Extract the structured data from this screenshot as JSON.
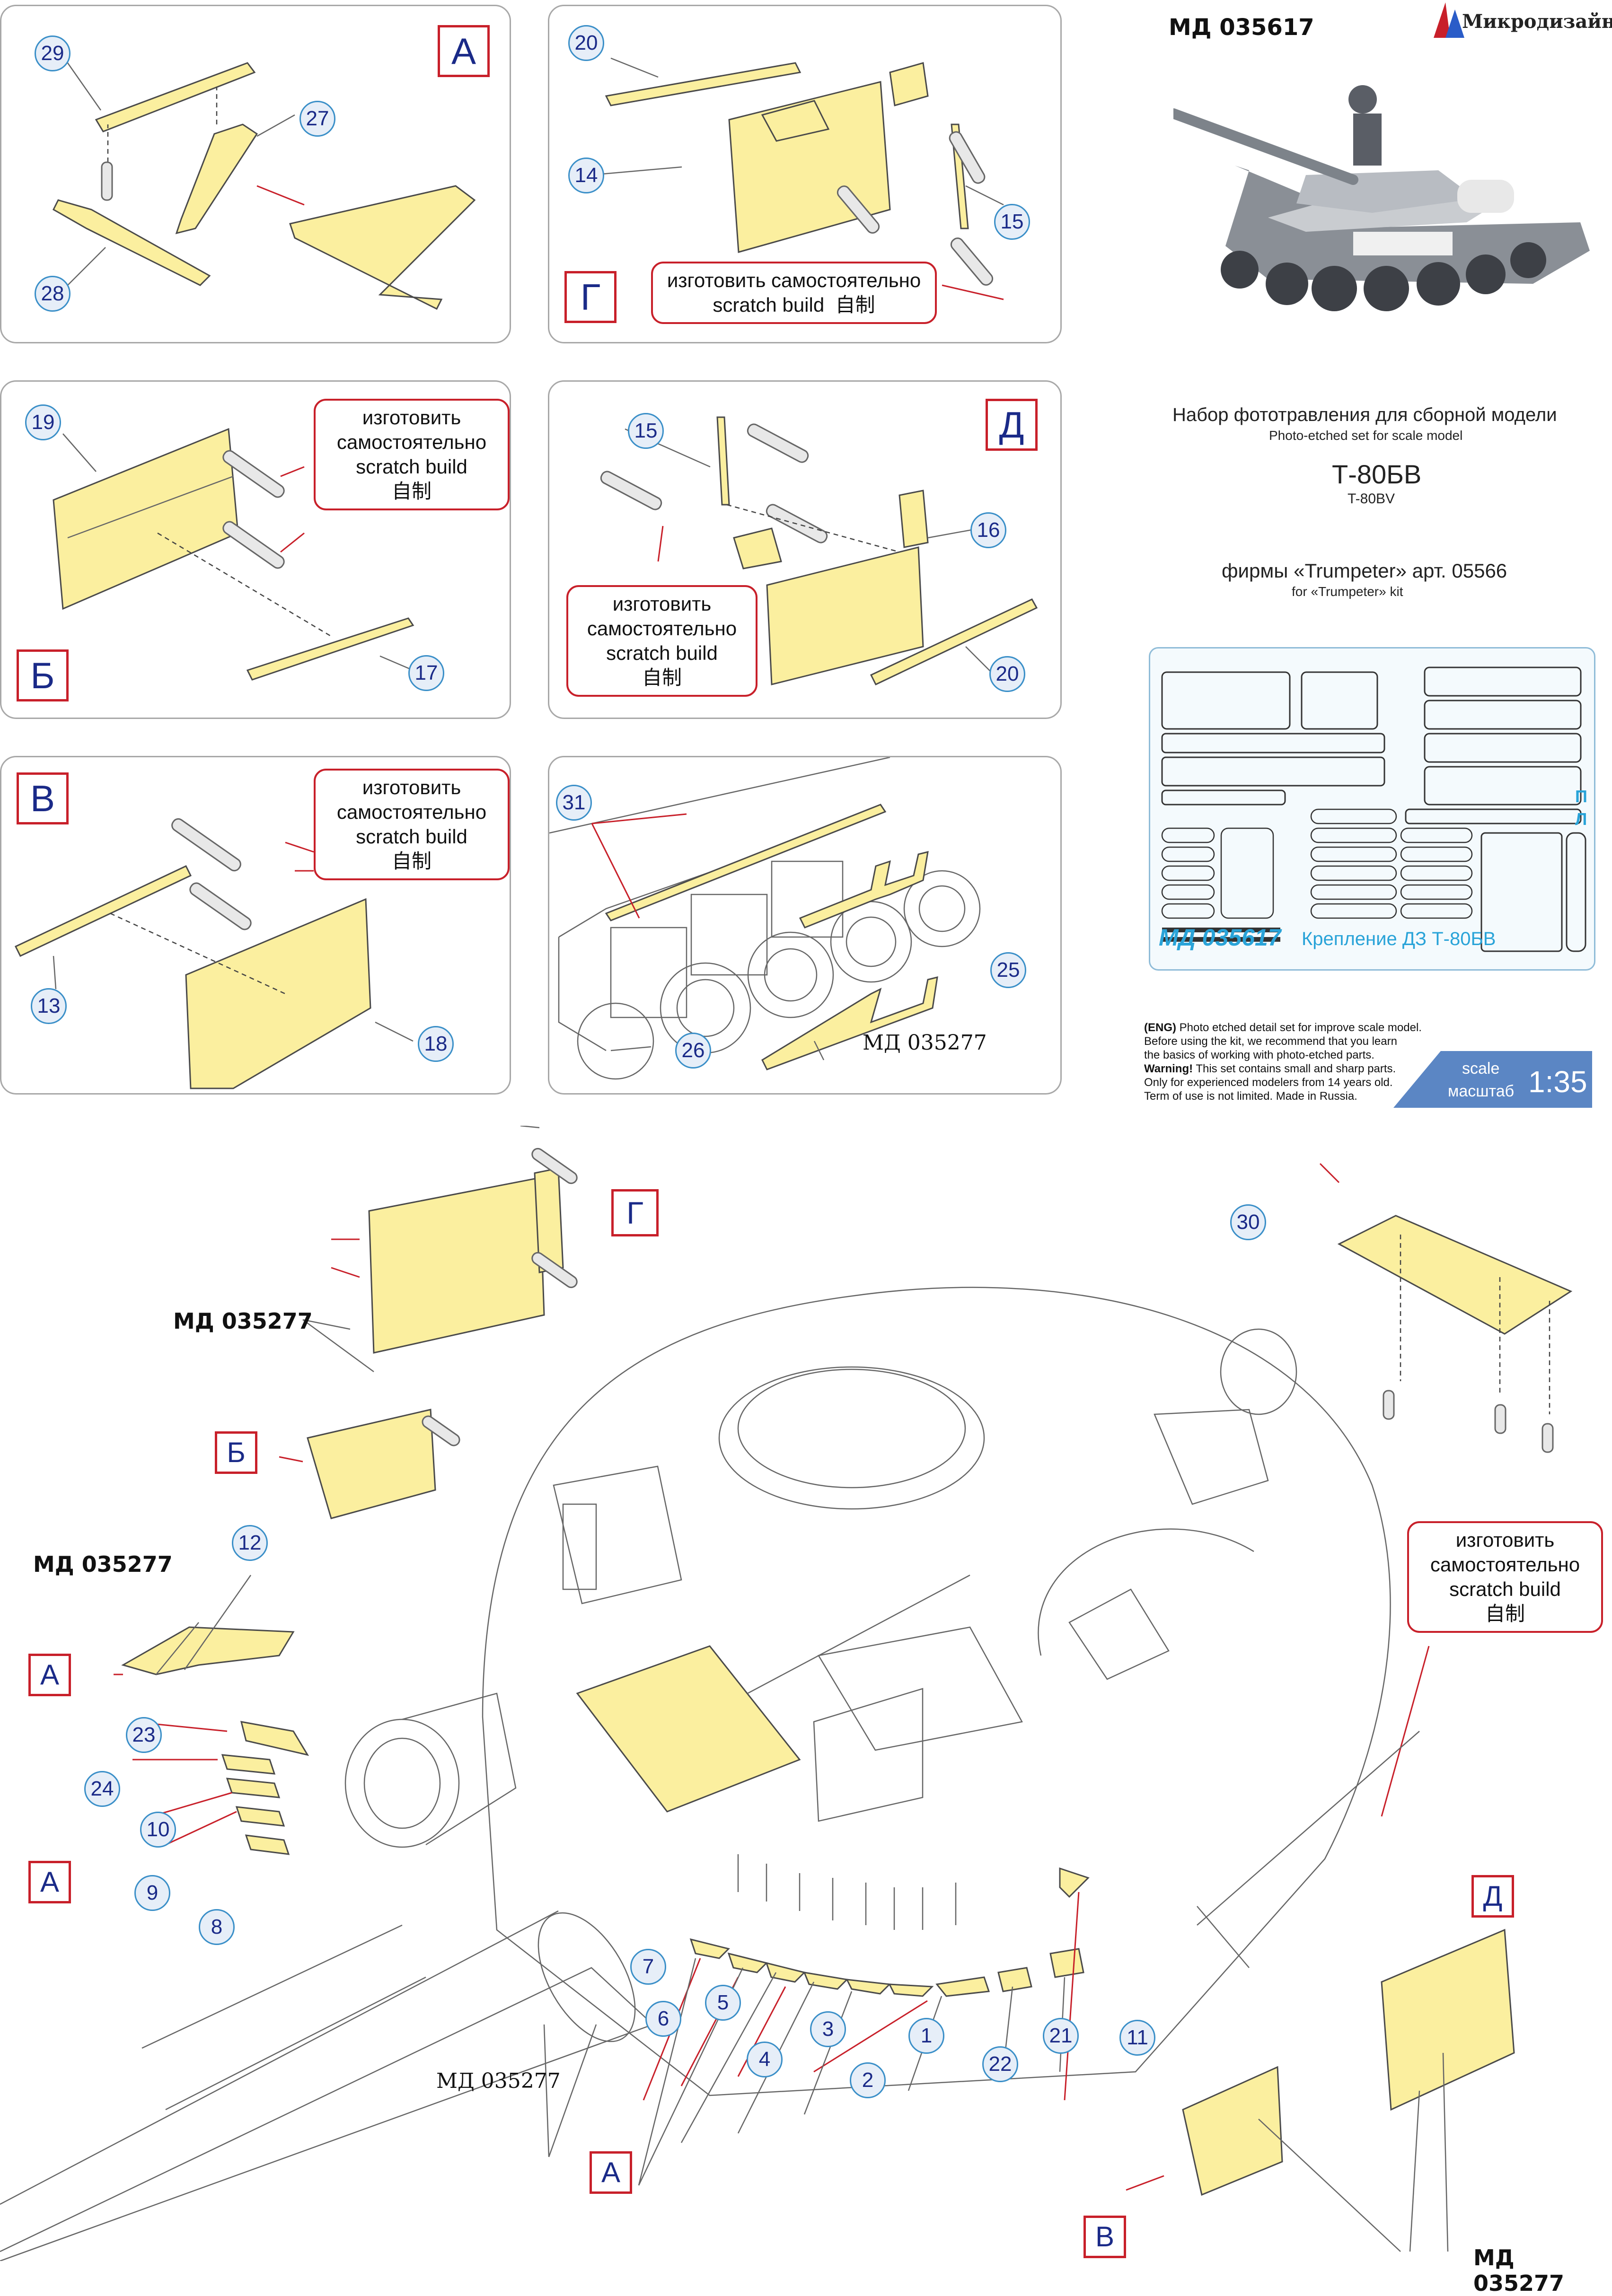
{
  "header": {
    "code": "МД 035617",
    "brand": "Микродизайн"
  },
  "info": {
    "title_ru": "Набор фототравления для сборной модели",
    "title_en": "Photo-etched set for scale model",
    "model_ru": "Т-80БВ",
    "model_en": "T-80BV",
    "kit_ru": "фирмы «Trumpeter» арт. 05566",
    "kit_en": "for «Trumpeter» kit"
  },
  "fret": {
    "code": "МД 035617",
    "caption": "Крепление ДЗ Т-80БВ",
    "side_letters": [
      "П",
      "Л"
    ]
  },
  "disclaimer": {
    "line1_tag": "(ENG)",
    "line1": " Photo etched detail set for improve scale model.",
    "line2": "Before using the kit, we recommend that you learn",
    "line3": "the basics of working with photo-etched parts.",
    "line4_tag": "Warning!",
    "line4": " This set contains small and sharp parts.",
    "line5": "Only for experienced modelers from 14 years old.",
    "line6": "Term of use is not limited. Made in Russia."
  },
  "scale": {
    "label_en": "scale",
    "label_ru": "масштаб",
    "value": "1:35"
  },
  "scratch": {
    "ru1": "изготовить",
    "ru2": "самостоятельно",
    "ru_inline": "изготовить самостоятельно",
    "en": "scratch build",
    "cn": "自制"
  },
  "related_kit": "МД 035277",
  "related_kit_bold": "МД 035277",
  "panels": {
    "A": {
      "letter": "А",
      "parts": [
        "29",
        "27",
        "28"
      ]
    },
    "G": {
      "letter": "Г",
      "parts": [
        "20",
        "14",
        "15"
      ]
    },
    "B": {
      "letter": "Б",
      "parts": [
        "19",
        "17"
      ]
    },
    "D": {
      "letter": "Д",
      "parts": [
        "15",
        "16",
        "20"
      ]
    },
    "V": {
      "letter": "В",
      "parts": [
        "13",
        "18"
      ]
    },
    "R": {
      "parts": [
        "31",
        "25",
        "26"
      ]
    }
  },
  "main": {
    "letters": {
      "G": "Г",
      "B": "Б",
      "A": "А",
      "D": "Д",
      "V": "В"
    },
    "parts": [
      "30",
      "12",
      "23",
      "24",
      "10",
      "9",
      "8",
      "7",
      "6",
      "5",
      "4",
      "3",
      "2",
      "1",
      "22",
      "21",
      "11"
    ]
  },
  "colors": {
    "part_fill": "#fbef9f",
    "label_border": "#c8202a",
    "number_ring": "#3a8fc8",
    "fret_text": "#29a3d8",
    "scale_band": "#5b86c4"
  }
}
